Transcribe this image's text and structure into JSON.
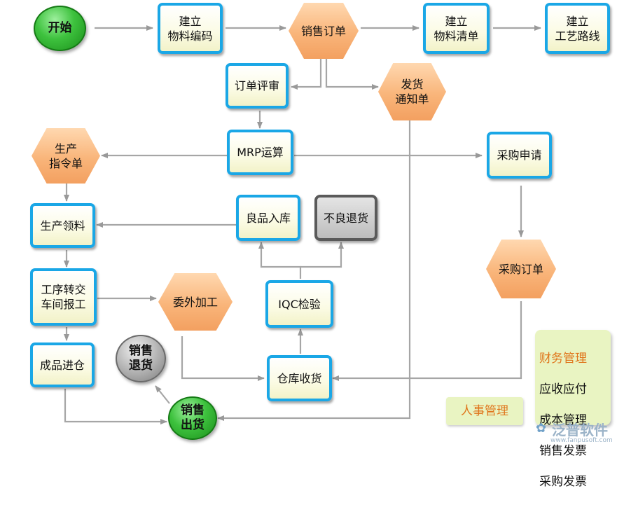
{
  "nodes": {
    "start": "开始",
    "build_material_code": "建立\n物料编码",
    "sales_order": "销售订单",
    "build_bom": "建立\n物料清单",
    "build_routing": "建立\n工艺路线",
    "order_review": "订单评审",
    "delivery_notice": "发货\n通知单",
    "production_order": "生产\n指令单",
    "mrp": "MRP运算",
    "purchase_request": "采购申请",
    "production_picking": "生产领料",
    "good_stockin": "良品入库",
    "defect_return": "不良退货",
    "process_transfer": "工序转交\n车间报工",
    "outsourcing": "委外加工",
    "iqc": "IQC检验",
    "purchase_order": "采购订单",
    "finished_stockin": "成品进仓",
    "sales_return": "销售\n退货",
    "warehouse_receive": "仓库收货",
    "sales_shipment": "销售\n出货"
  },
  "panel": {
    "title": "财务管理",
    "items": [
      "应收应付",
      "成本管理",
      "销售发票",
      "采购发票"
    ]
  },
  "hr": "人事管理",
  "watermark": {
    "brand": "泛普软件",
    "url": "www.fanpusoft.com"
  },
  "colors": {
    "box_border": "#1aa7e6",
    "arrow": "#999999",
    "hexagon_fill": "#f9b57a",
    "green_circle": "#3ec23e",
    "panel_fill": "#e9f4c2",
    "panel_title": "#e0761c"
  }
}
